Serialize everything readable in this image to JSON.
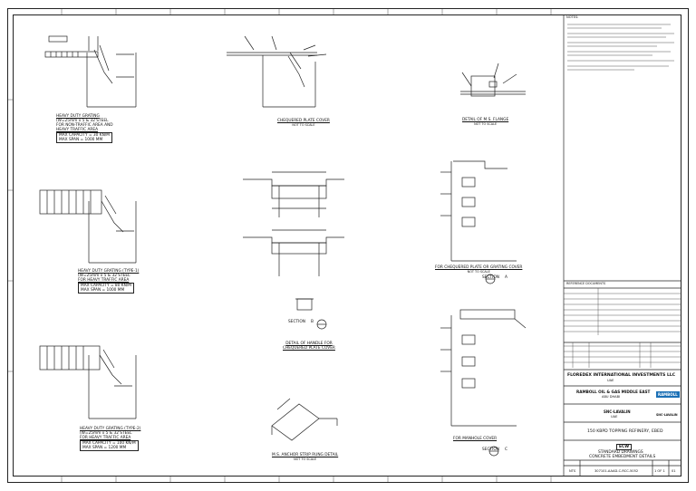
{
  "details": {
    "heavy_duty_grating": {
      "title": "HEAVY DUTY GRATING",
      "lines": [
        "(W=25mm x 5 & 32 STEEL",
        "FOR NON-TRAFFIC AREA AND",
        "HEAVY TRAFFIC AREA"
      ],
      "box": [
        "MAX CAPACITY = 30 KN/M",
        "MAX SPAN = 1000 MM"
      ]
    },
    "chequered_plate_cover": {
      "title": "CHEQUERED PLATE COVER",
      "scale": "NOT TO SCALE"
    },
    "detail_of_ms_flange": {
      "title": "DETAIL OF M.S. FLANGE",
      "scale": "NOT TO SCALE"
    },
    "heavy_duty_grating_type1": {
      "title": "HEAVY DUTY GRATING (TYPE-1)",
      "lines": [
        "(W=25mm x 5 & 32 STEEL",
        "FOR HEAVY TRAFFIC AREA"
      ],
      "box": [
        "MAX CAPACITY = 80 KN/M",
        "MAX SPAN = 1000 MM"
      ]
    },
    "chequered_or_grating": {
      "title": "FOR CHEQUERED PLATE OR GRATING COVER",
      "scale": "NOT TO SCALE"
    },
    "section_a": {
      "title": "SECTION",
      "marker": "A"
    },
    "detail_of_handle": {
      "title": "DETAIL OF HANDLE FOR",
      "title2": "CHEQUERED PLATE COVER",
      "section": "SECTION",
      "marker": "B"
    },
    "heavy_duty_grating_type2": {
      "title": "HEAVY DUTY GRATING (TYPE-2)",
      "lines": [
        "(W=25mm x 5 & 32 STEEL",
        "FOR HEAVY TRAFFIC AREA"
      ],
      "box": [
        "MAX CAPACITY = 100 KN/M",
        "MAX SPAN = 1200 MM"
      ]
    },
    "ms_anchor_rung": {
      "title": "M.S. ANCHOR STRIP RUNG DETAIL",
      "scale": "NOT TO SCALE"
    },
    "manhole_cover": {
      "title": "FOR MANHOLE COVER",
      "section": "SECTION",
      "marker": "C"
    }
  },
  "title_block": {
    "notes_header": "NOTES:",
    "reference_header": "REFERENCE DOCUMENTS",
    "client": "FLOREDEX INTERNATIONAL INVESTMENTS LLC",
    "client_sub": "UAE",
    "consultant": "RAMBOLL OIL & GAS MIDDLE EAST",
    "consultant_sub": "ABU DHABI",
    "consultant_logo": "RAMBOLL",
    "contractor": "SNC-LAVALIN",
    "contractor_sub": "UAE",
    "contractor_logo": "SNC-LAVALIN",
    "project": "150 KBPD TOPPING REFINERY, EBED",
    "drawing_title_1": "STANDARD DRAWINGS",
    "drawing_title_2": "CONCRETE EMBEDMENT DETAILS",
    "ecw_logo": "ECW",
    "scale": "NTS",
    "drawing_no": "307101-AAAD-C-RCC-5052",
    "sheet": "1 OF 1",
    "rev": "01"
  }
}
